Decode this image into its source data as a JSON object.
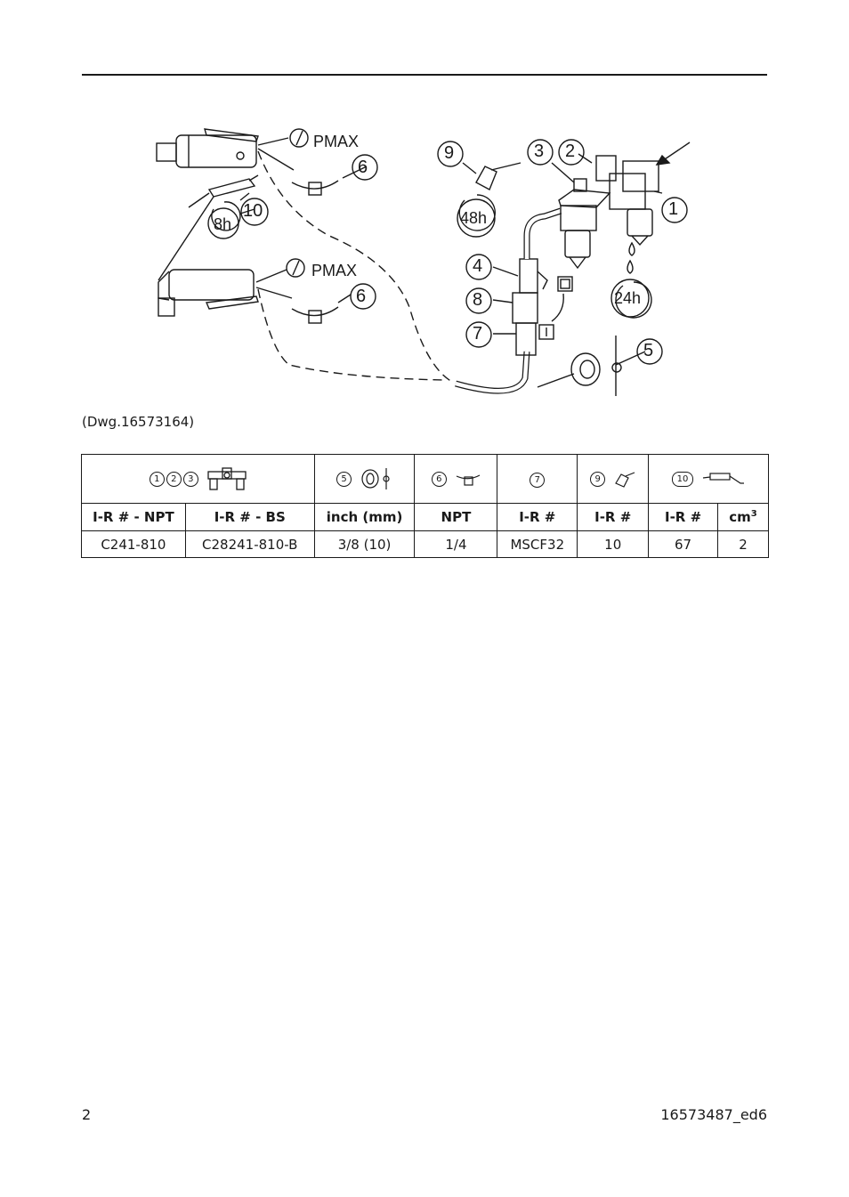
{
  "figure": {
    "callouts": {
      "c1": "1",
      "c2": "2",
      "c3": "3",
      "c4": "4",
      "c5": "5",
      "c6a": "6",
      "c6b": "6",
      "c7": "7",
      "c8": "8",
      "c9": "9",
      "c10": "10"
    },
    "pmax_top": "PMAX",
    "pmax_bottom": "PMAX",
    "interval_8h": "8h",
    "interval_48h": "48h",
    "interval_24h": "24h",
    "caption": "(Dwg.16573164)"
  },
  "table": {
    "icon_groups": [
      {
        "numbers": [
          "1",
          "2",
          "3"
        ],
        "icon": "filter-regulator-lubricator-icon"
      },
      {
        "numbers": [
          "5"
        ],
        "icon": "hose-diameter-icon"
      },
      {
        "numbers": [
          "6"
        ],
        "icon": "air-fitting-icon"
      },
      {
        "numbers": [
          "7"
        ],
        "icon": ""
      },
      {
        "numbers": [
          "9"
        ],
        "icon": "oil-can-icon"
      },
      {
        "numbers": [
          "10"
        ],
        "icon": "grease-gun-icon"
      }
    ],
    "headers": [
      "I-R # - NPT",
      "I-R # - BS",
      "inch (mm)",
      "NPT",
      "I-R #",
      "I-R #",
      "I-R #",
      "cm"
    ],
    "header_sup": "3",
    "values": [
      "C241-810",
      "C28241-810-B",
      "3/8 (10)",
      "1/4",
      "MSCF32",
      "10",
      "67",
      "2"
    ]
  },
  "footer": {
    "page_number": "2",
    "doc_id": "16573487_ed6"
  }
}
